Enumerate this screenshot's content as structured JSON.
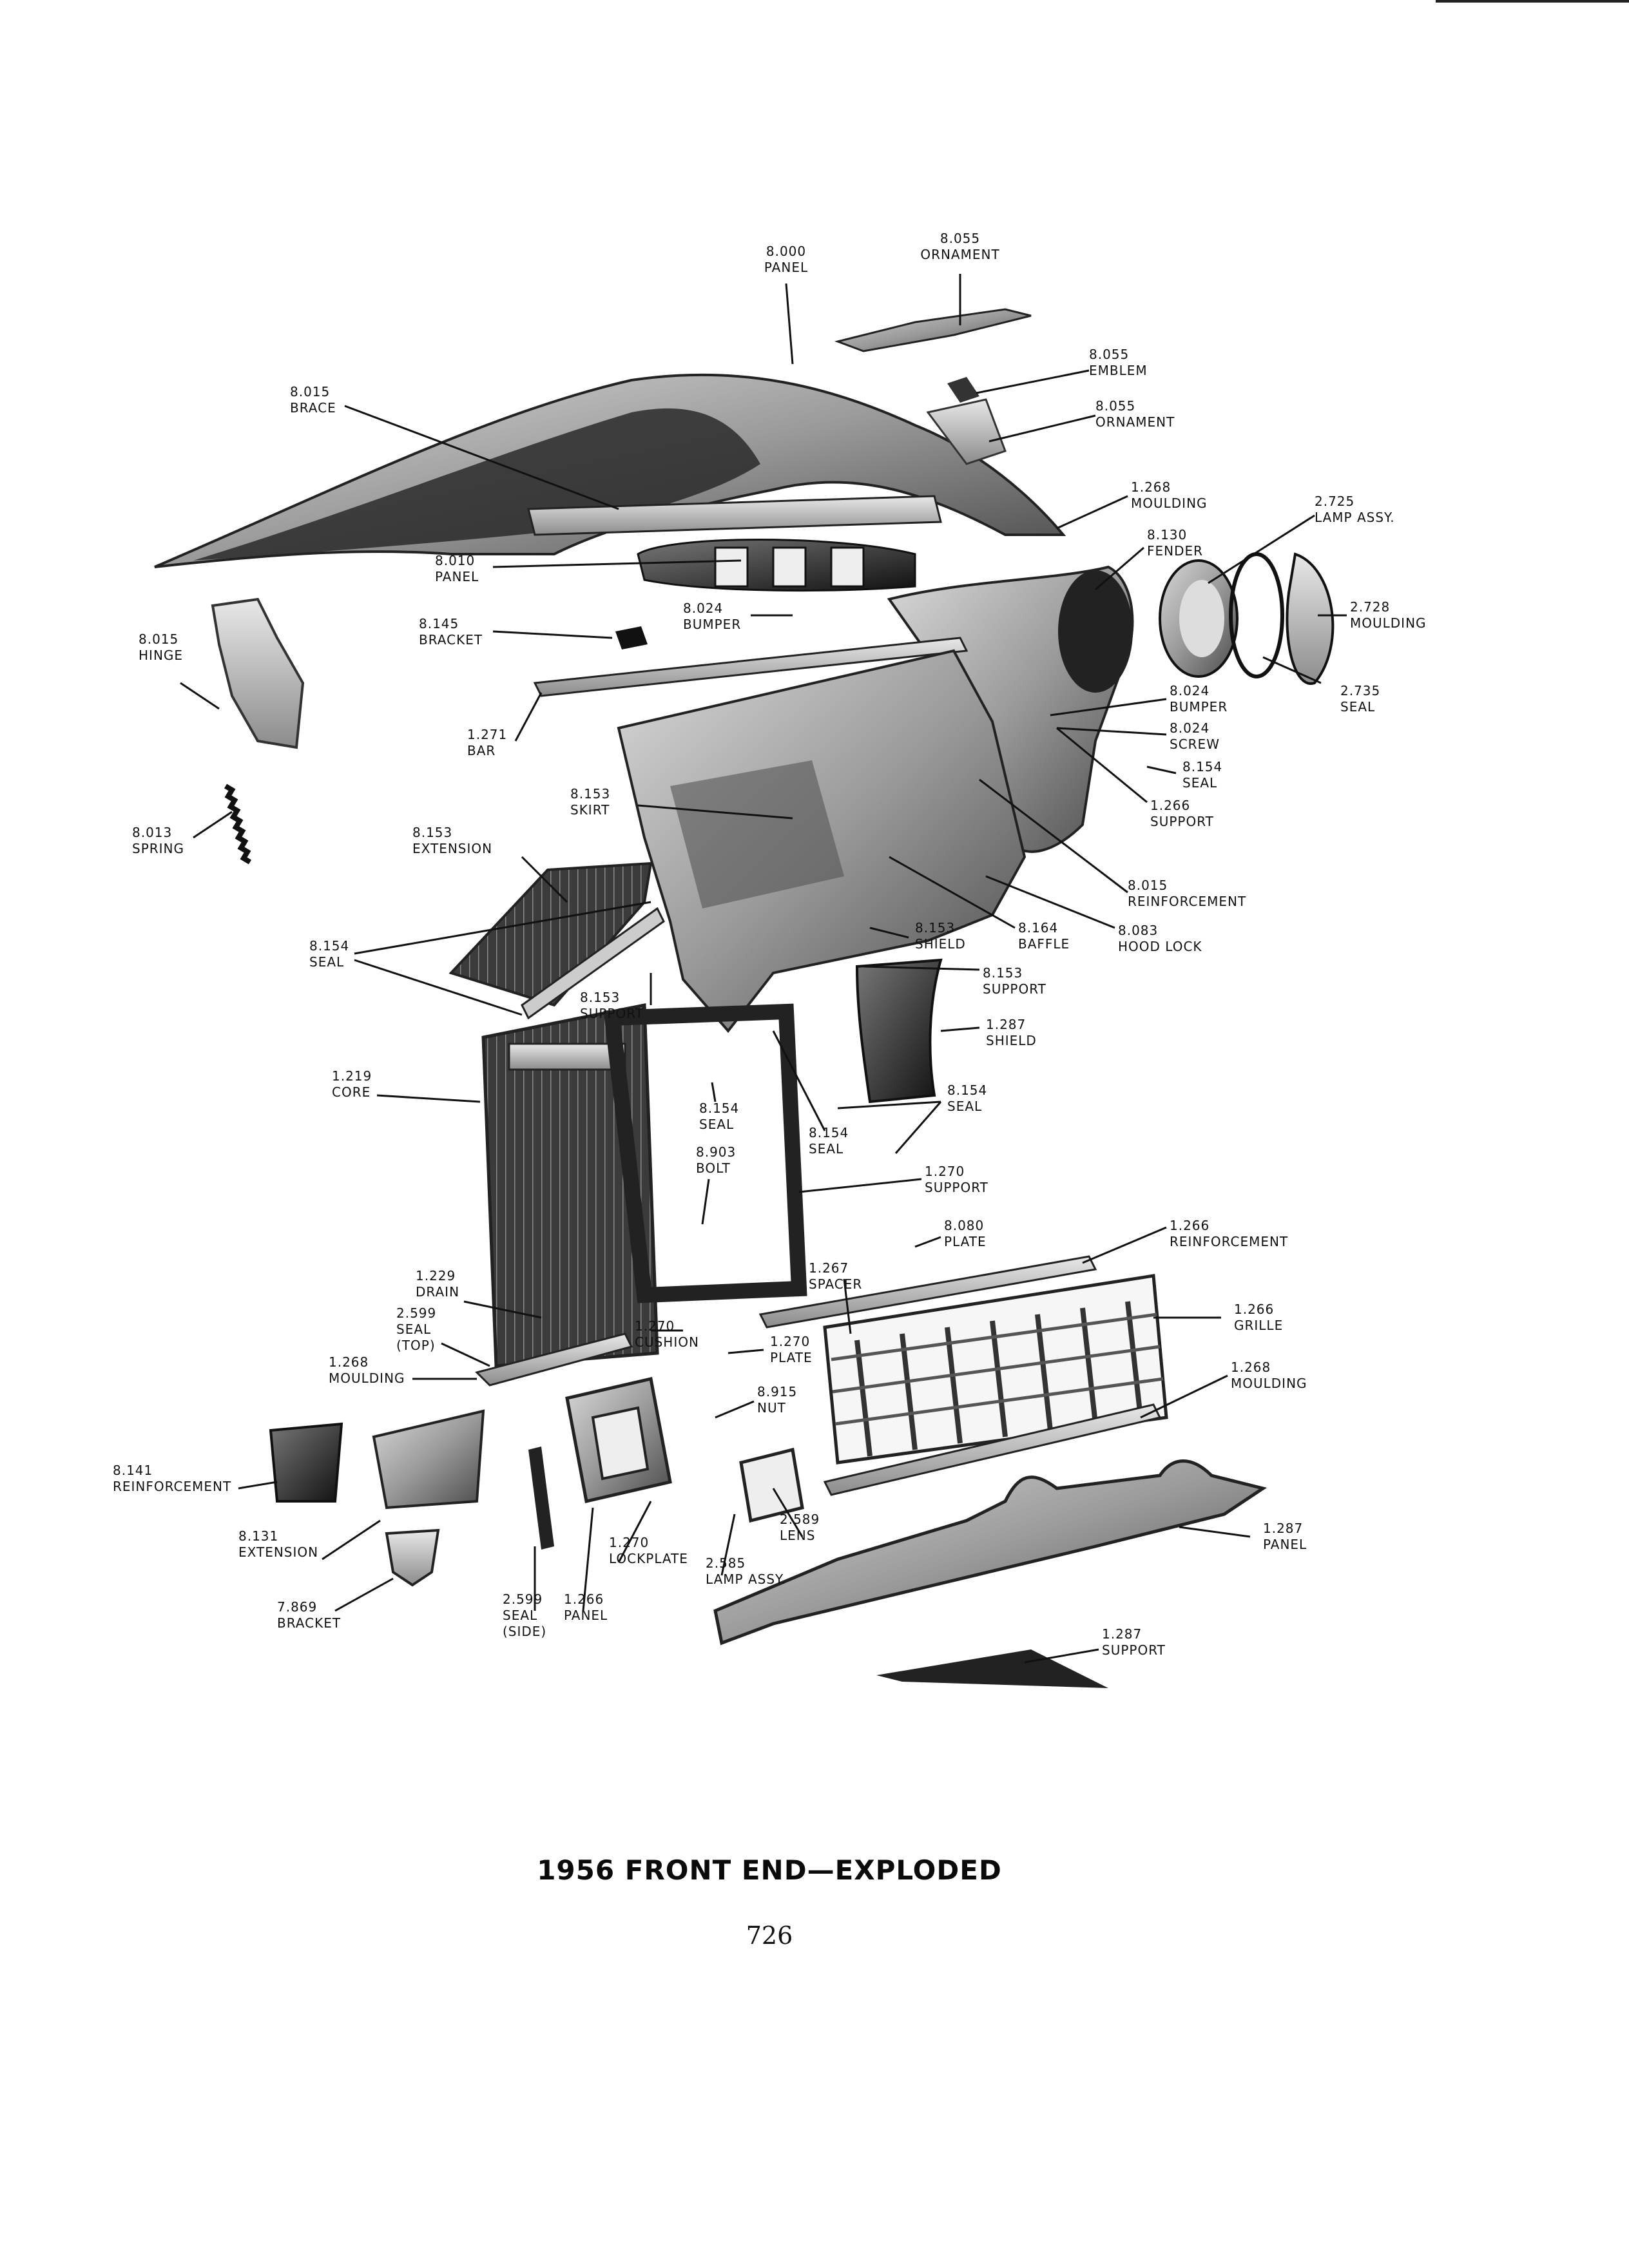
{
  "title": "1956 FRONT END—EXPLODED",
  "page_number": "726",
  "callouts": {
    "c8055_ornament_top": [
      "8.055",
      "ORNAMENT"
    ],
    "c8000_panel": [
      "8.000",
      "PANEL"
    ],
    "c8055_emblem": [
      "8.055",
      "EMBLEM"
    ],
    "c8055_ornament_side": [
      "8.055",
      "ORNAMENT"
    ],
    "c8015_brace": [
      "8.015",
      "BRACE"
    ],
    "c1268_moulding_top": [
      "1.268",
      "MOULDING"
    ],
    "c2725_lamp_assy": [
      "2.725",
      "LAMP ASSY."
    ],
    "c8130_fender": [
      "8.130",
      "FENDER"
    ],
    "c8010_panel": [
      "8.010",
      "PANEL"
    ],
    "c2728_moulding": [
      "2.728",
      "MOULDING"
    ],
    "c8024_bumper_inner": [
      "8.024",
      "BUMPER"
    ],
    "c8145_bracket": [
      "8.145",
      "BRACKET"
    ],
    "c8015_hinge": [
      "8.015",
      "HINGE"
    ],
    "c2735_seal": [
      "2.735",
      "SEAL"
    ],
    "c8024_bumper_right": [
      "8.024",
      "BUMPER"
    ],
    "c8024_screw": [
      "8.024",
      "SCREW"
    ],
    "c1271_bar": [
      "1.271",
      "BAR"
    ],
    "c8154_seal_small": [
      "8.154",
      "SEAL"
    ],
    "c1266_support": [
      "1.266",
      "SUPPORT"
    ],
    "c8153_skirt": [
      "8.153",
      "SKIRT"
    ],
    "c8013_spring": [
      "8.013",
      "SPRING"
    ],
    "c8153_extension": [
      "8.153",
      "EXTENSION"
    ],
    "c8015_reinforcement": [
      "8.015",
      "REINFORCEMENT"
    ],
    "c8154_seal_left": [
      "8.154",
      "SEAL"
    ],
    "c8153_shield": [
      "8.153",
      "SHIELD"
    ],
    "c8164_baffle": [
      "8.164",
      "BAFFLE"
    ],
    "c8083_hood_lock": [
      "8.083",
      "HOOD LOCK"
    ],
    "c8153_support_right": [
      "8.153",
      "SUPPORT"
    ],
    "c8153_support_left": [
      "8.153",
      "SUPPORT"
    ],
    "c1287_shield": [
      "1.287",
      "SHIELD"
    ],
    "c1219_core": [
      "1.219",
      "CORE"
    ],
    "c8154_seal_center": [
      "8.154",
      "SEAL"
    ],
    "c8154_seal_right": [
      "8.154",
      "SEAL"
    ],
    "c8154_seal_lower": [
      "8.154",
      "SEAL"
    ],
    "c8903_bolt": [
      "8.903",
      "BOLT"
    ],
    "c1270_support": [
      "1.270",
      "SUPPORT"
    ],
    "c8080_plate": [
      "8.080",
      "PLATE"
    ],
    "c1266_reinforcement": [
      "1.266",
      "REINFORCEMENT"
    ],
    "c1267_spacer": [
      "1.267",
      "SPACER"
    ],
    "c1229_drain": [
      "1.229",
      "DRAIN"
    ],
    "c2599_seal_top": [
      "2.599",
      "SEAL",
      "(TOP)"
    ],
    "c1270_cushion": [
      "1.270",
      "CUSHION"
    ],
    "c1270_plate": [
      "1.270",
      "PLATE"
    ],
    "c1266_grille": [
      "1.266",
      "GRILLE"
    ],
    "c1268_moulding_left": [
      "1.268",
      "MOULDING"
    ],
    "c8915_nut": [
      "8.915",
      "NUT"
    ],
    "c1268_moulding_right": [
      "1.268",
      "MOULDING"
    ],
    "c8141_reinforcement": [
      "8.141",
      "REINFORCEMENT"
    ],
    "c2589_lens": [
      "2.589",
      "LENS"
    ],
    "c1287_panel": [
      "1.287",
      "PANEL"
    ],
    "c8131_extension": [
      "8.131",
      "EXTENSION"
    ],
    "c1270_lockplate": [
      "1.270",
      "LOCKPLATE"
    ],
    "c2585_lamp_assy": [
      "2.585",
      "LAMP ASSY."
    ],
    "c7869_bracket": [
      "7.869",
      "BRACKET"
    ],
    "c2599_seal_side": [
      "2.599",
      "SEAL",
      "(SIDE)"
    ],
    "c1266_panel": [
      "1.266",
      "PANEL"
    ],
    "c1287_support": [
      "1.287",
      "SUPPORT"
    ]
  }
}
